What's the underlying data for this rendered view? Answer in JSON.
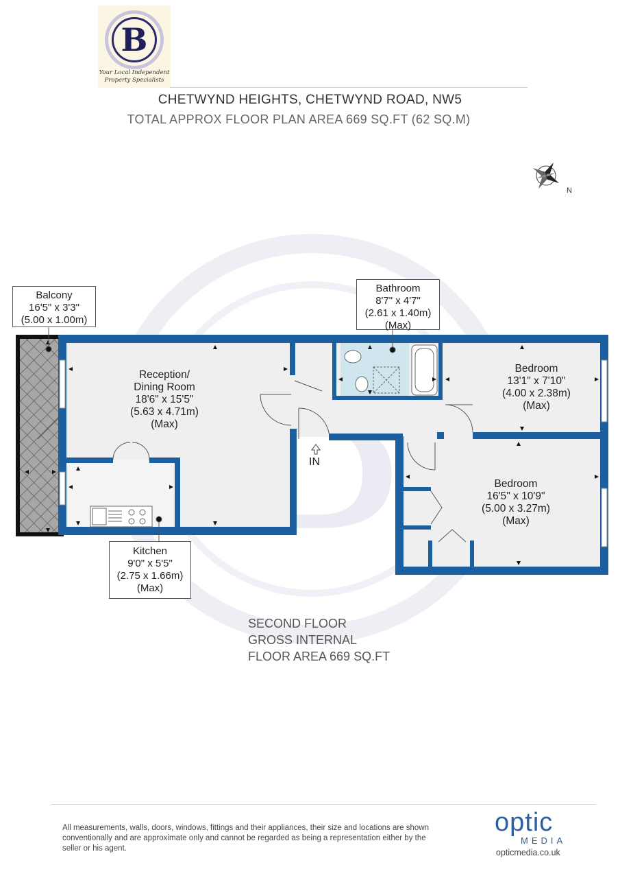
{
  "agent": {
    "tagline_line1": "Your Local Independent",
    "tagline_line2": "Property Specialists",
    "logo_letter": "B"
  },
  "header": {
    "address": "CHETWYND HEIGHTS, CHETWYND ROAD, NW5",
    "total_area": "TOTAL APPROX FLOOR PLAN AREA 669 SQ.FT (62 SQ.M)"
  },
  "compass": {
    "north_label": "N"
  },
  "rooms": {
    "balcony": {
      "name": "Balcony",
      "imperial": "16'5\" x 3'3\"",
      "metric": "(5.00 x 1.00m)"
    },
    "reception": {
      "name_line1": "Reception/",
      "name_line2": "Dining Room",
      "imperial": "18'6\" x 15'5\"",
      "metric": "(5.63 x 4.71m)",
      "note": "(Max)"
    },
    "bathroom": {
      "name": "Bathroom",
      "imperial": "8'7\" x 4'7\"",
      "metric": "(2.61 x 1.40m)",
      "note": "(Max)"
    },
    "bedroom1": {
      "name": "Bedroom",
      "imperial": "13'1\" x 7'10\"",
      "metric": "(4.00 x 2.38m)",
      "note": "(Max)"
    },
    "bedroom2": {
      "name": "Bedroom",
      "imperial": "16'5\" x 10'9\"",
      "metric": "(5.00 x 3.27m)",
      "note": "(Max)"
    },
    "kitchen": {
      "name": "Kitchen",
      "imperial": "9'0\" x 5'5\"",
      "metric": "(2.75 x 1.66m)",
      "note": "(Max)"
    }
  },
  "entrance_label": "IN",
  "floor_info": {
    "line1": "SECOND FLOOR",
    "line2": "GROSS INTERNAL",
    "line3": "FLOOR AREA 669 SQ.FT"
  },
  "footer": {
    "disclaimer": "All measurements, walls, doors, windows, fittings and their appliances, their size and locations are shown conventionally and are approximate only and cannot be regarded as being a representation either by the seller or his agent.",
    "brand_name": "optic",
    "brand_sub": "MEDIA",
    "brand_url": "opticmedia.co.uk"
  },
  "colors": {
    "wall": "#1b5fa0",
    "balcony_wall": "#111111",
    "bathroom_fill": "#cfe6ef",
    "floor_fill": "#f0f0f0",
    "watermark": "#e7e9f1"
  }
}
